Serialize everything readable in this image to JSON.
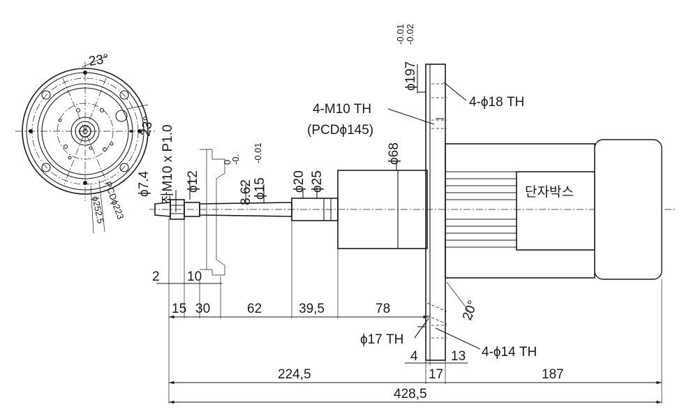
{
  "front_view": {
    "angle_top": "23°",
    "angle_right": "23°",
    "pcd": "PCDϕ223",
    "dia_outer": "ϕ252.5"
  },
  "shaft": {
    "thread": "좌M10 x P1.0",
    "d74": "ϕ7.4",
    "d12": "ϕ12",
    "d15_main": "ϕ15",
    "d15_upper": "-0.01",
    "d862_main": "8.62",
    "d862_upper": "0",
    "d862_lower": "-0.",
    "d20": "ϕ20",
    "d25": "ϕ25",
    "d68": "ϕ68"
  },
  "flange": {
    "d197_main": "ϕ197",
    "d197_upper": "-0.01",
    "d197_lower": "-0.02",
    "holes_top": "4-ϕ18 TH",
    "thread_holes": "4-M10 TH",
    "thread_pcd": "(PCDϕ145)",
    "holes_bottom": "4-ϕ14 TH",
    "through_hole": "ϕ17 TH",
    "angle": "20°"
  },
  "terminal_box": "단자박스",
  "dimensions": {
    "d2": "2",
    "d10": "10",
    "d15": "15",
    "d30": "30",
    "d62": "62",
    "d39_5": "39,5",
    "d78": "78",
    "d4": "4",
    "d13": "13",
    "d17": "17",
    "d224_5": "224,5",
    "d187": "187",
    "d428_5": "428,5"
  }
}
